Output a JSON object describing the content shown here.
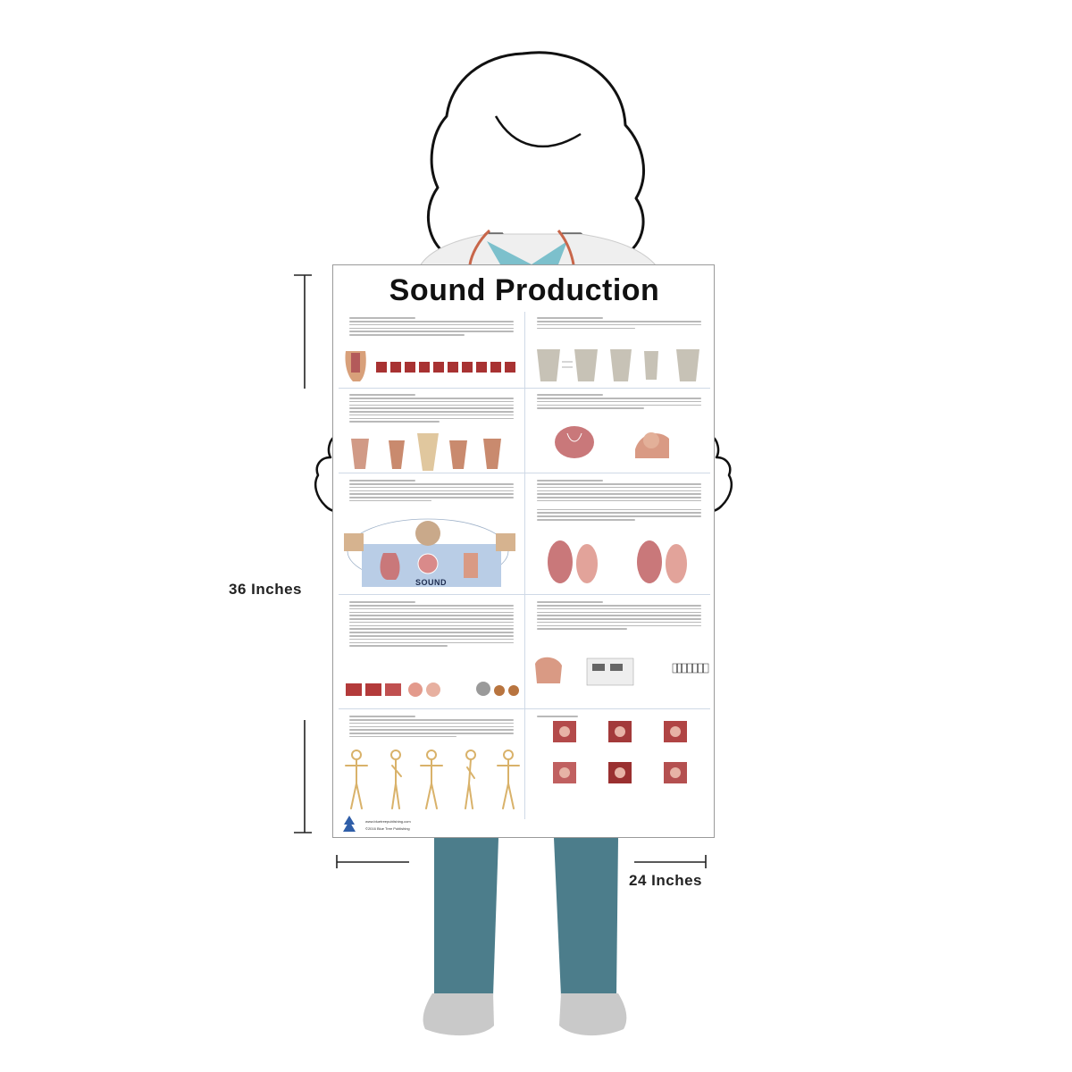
{
  "poster": {
    "title": "Sound Production",
    "sound_word": "SOUND",
    "website": "www.bluetreepublishing.com",
    "copyright": "©2016 Blue Tree Publishing"
  },
  "dimensions": {
    "height_label": "36 Inches",
    "width_label": "24 Inches"
  },
  "colors": {
    "scrubs": "#4c7d8b",
    "shoes": "#c9c9c9",
    "lanyard": "#c8664a",
    "tissue": "#c9787a",
    "bone": "#d9b26a",
    "panel_blue": "#b9cde6"
  }
}
